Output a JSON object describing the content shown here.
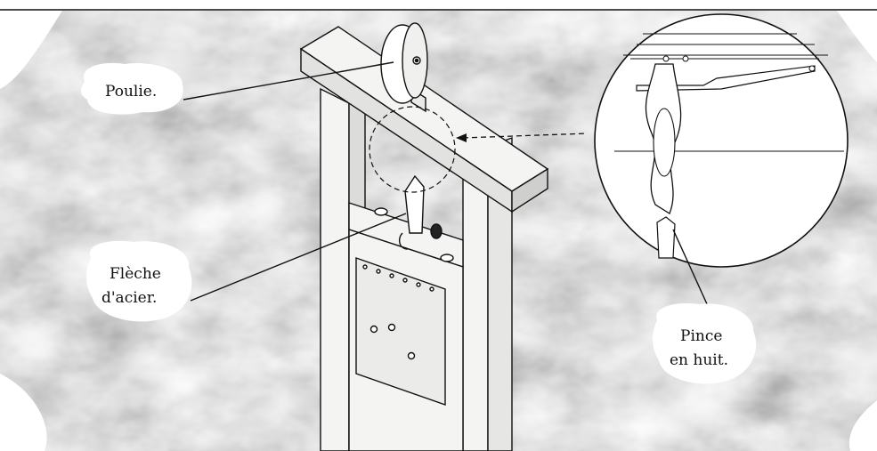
{
  "labels": {
    "pulley": "Poulie.",
    "steel_arrow_line1": "Flèche",
    "steel_arrow_line2": "d'acier.",
    "clamp_line1": "Pince",
    "clamp_line2": "en huit."
  },
  "colors": {
    "background": "#ffffff",
    "ink": "#111111",
    "stone_dark": "#3a3a3a",
    "stone_mid": "#8a8a8a",
    "stone_light": "#c8c8c8",
    "wood": "#f4f4f2"
  }
}
